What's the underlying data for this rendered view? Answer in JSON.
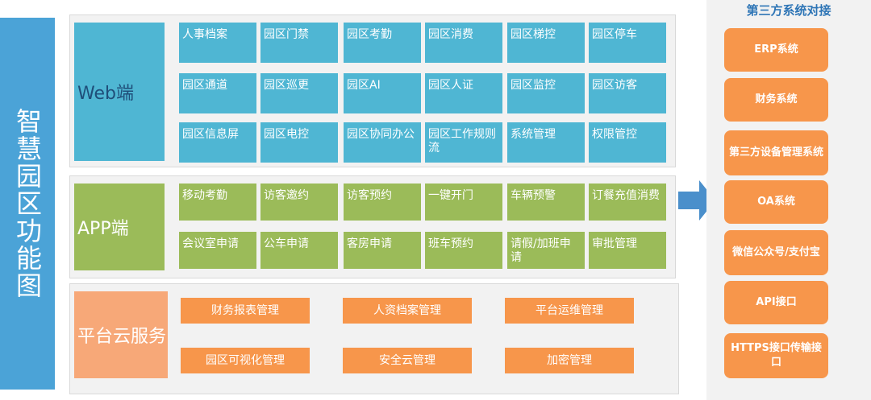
{
  "main_title": "智慧园区功能图",
  "web": {
    "label": "Web端",
    "items": [
      "人事档案",
      "园区门禁",
      "园区考勤",
      "园区消费",
      "园区梯控",
      "园区停车",
      "园区通道",
      "园区巡更",
      "园区AI",
      "园区人证",
      "园区监控",
      "园区访客",
      "园区信息屏",
      "园区电控",
      "园区协同办公",
      "园区工作规则流",
      "系统管理",
      "权限管控"
    ]
  },
  "app": {
    "label": "APP端",
    "items": [
      "移动考勤",
      "访客邀约",
      "访客预约",
      "一键开门",
      "车辆预警",
      "订餐充值消费",
      "会议室申请",
      "公车申请",
      "客房申请",
      "班车预约",
      "请假/加班申请",
      "审批管理"
    ]
  },
  "cloud": {
    "label": "平台云服务",
    "items": [
      "财务报表管理",
      "人资档案管理",
      "平台运维管理",
      "园区可视化管理",
      "安全云管理",
      "加密管理"
    ]
  },
  "third_party": {
    "title": "第三方系统对接",
    "items": [
      "ERP系统",
      "财务系统",
      "第三方设备管理系统",
      "OA系统",
      "微信公众号/支付宝",
      "API接口",
      "HTTPS接口传输接口"
    ]
  },
  "colors": {
    "web_tile": "#4fb6d3",
    "app_tile": "#9bbb59",
    "cloud_tile": "#f7964b",
    "title_bar": "#4ba3d7",
    "right_title": "#2e75b6"
  }
}
